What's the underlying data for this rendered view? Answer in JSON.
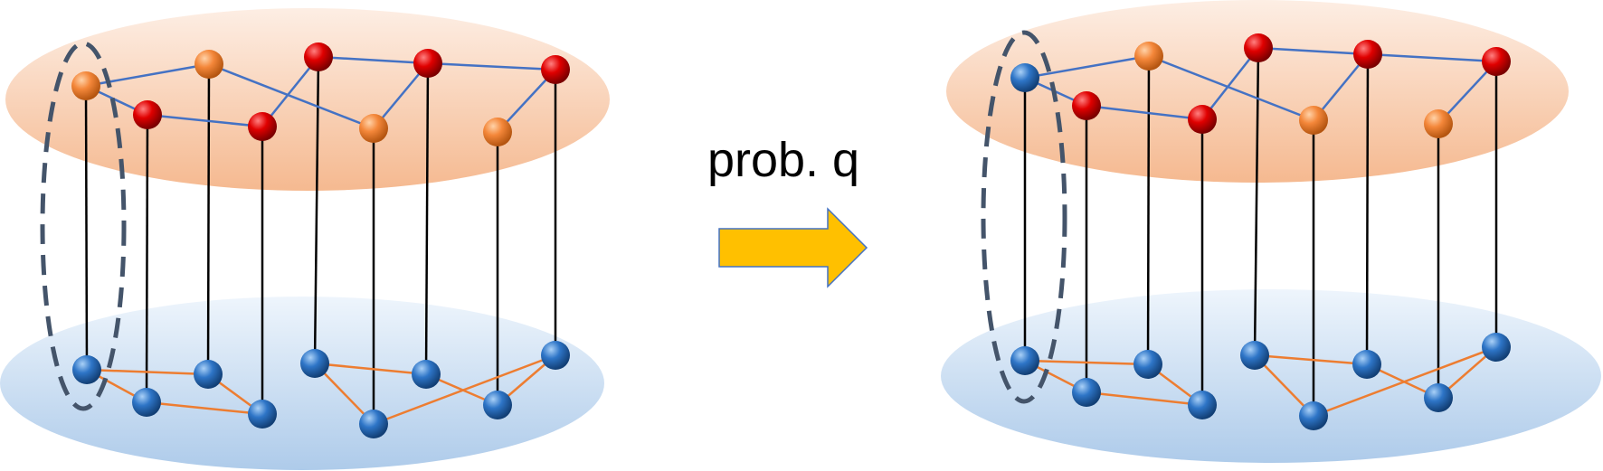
{
  "label": "prob. q",
  "colors": {
    "top_layer_fill": "#f7c4a5",
    "bottom_layer_fill": "#bcd6ee",
    "intra_edge_top": "#4472c4",
    "intra_edge_bottom": "#ed7d31",
    "inter_edge": "#000000",
    "dashed_ellipse": "#44546a",
    "arrow_fill": "#ffc000",
    "arrow_stroke": "#4472c4",
    "node_red": "#e00000",
    "node_orange": "#f4873a",
    "node_blue": "#2e75c7"
  },
  "left_panel": {
    "top_nodes": [
      "orange",
      "red",
      "orange",
      "red",
      "red",
      "orange",
      "red",
      "orange",
      "red"
    ],
    "bottom_nodes": [
      "blue",
      "blue",
      "blue",
      "blue",
      "blue",
      "blue",
      "blue",
      "blue",
      "blue"
    ]
  },
  "right_panel": {
    "top_nodes": [
      "blue",
      "red",
      "orange",
      "red",
      "red",
      "orange",
      "red",
      "orange",
      "red"
    ],
    "bottom_nodes": [
      "blue",
      "blue",
      "blue",
      "blue",
      "blue",
      "blue",
      "blue",
      "blue",
      "blue"
    ]
  }
}
